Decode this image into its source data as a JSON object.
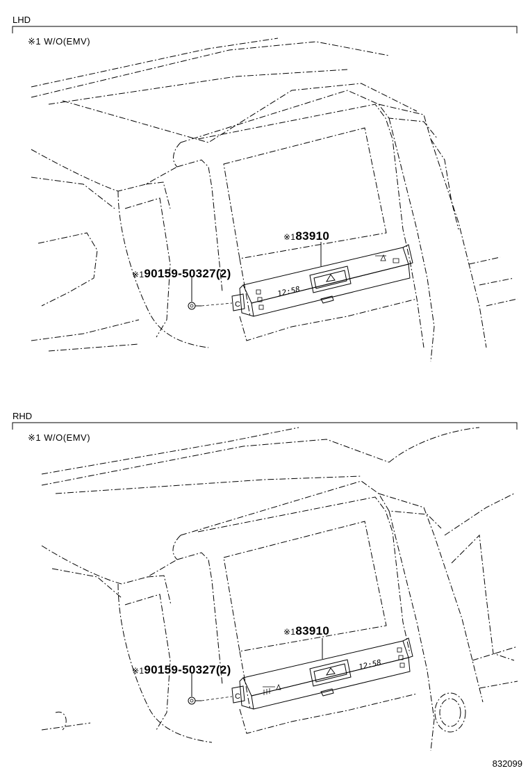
{
  "panels": [
    {
      "title": "LHD",
      "note": "※1 W/O(EMV)",
      "part_main": {
        "mark": "※1",
        "number": "83910"
      },
      "part_screw": {
        "mark": "※1",
        "number": "90159-50327(2)"
      },
      "clock": "12:58"
    },
    {
      "title": "RHD",
      "note": "※1 W/O(EMV)",
      "part_main": {
        "mark": "※1",
        "number": "83910"
      },
      "part_screw": {
        "mark": "※1",
        "number": "90159-50327(2)"
      },
      "clock": "12:58"
    }
  ],
  "diagram_id": "832099",
  "clip_letter": "C"
}
